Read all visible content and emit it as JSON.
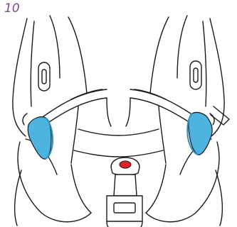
{
  "step": {
    "number": "10"
  },
  "colors": {
    "line": "#1a1a1a",
    "guide_accent": "#4fb3e0",
    "guide_accent_dark": "#2f8fc0",
    "buckle_button": "#e0202a",
    "step_number": "#7a4a8c"
  },
  "icons": [
    "car-seat",
    "shoulder-belt-guide",
    "harness-buckle"
  ]
}
